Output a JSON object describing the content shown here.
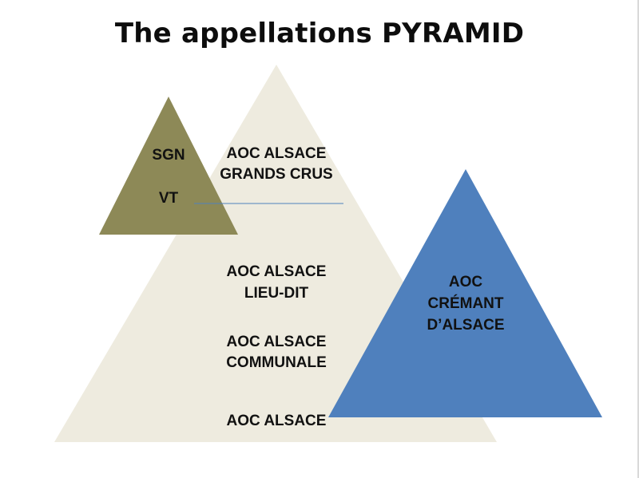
{
  "title": "The appellations PYRAMID",
  "colors": {
    "main_pyramid": "#eeebdf",
    "small_pyramid": "#8d8957",
    "cremant_pyramid": "#4f80bd",
    "divider_line": "#4f81bd",
    "label_text": "#111111"
  },
  "small_pyramid": {
    "line1": "SGN",
    "line2": "VT"
  },
  "main_pyramid": {
    "grands_crus_line1": "AOC ALSACE",
    "grands_crus_line2": "GRANDS CRUS",
    "lieu_dit_line1": "AOC ALSACE",
    "lieu_dit_line2": "LIEU-DIT",
    "communale_line1": "AOC ALSACE",
    "communale_line2": "COMMUNALE",
    "base": "AOC ALSACE"
  },
  "cremant_pyramid": {
    "line1": "AOC",
    "line2": "CRÉMANT",
    "line3": "D’ALSACE"
  }
}
